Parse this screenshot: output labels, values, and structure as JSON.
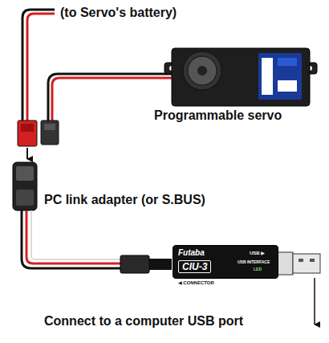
{
  "diagram": {
    "nodes": [
      {
        "text": [
          "Futaba",
          "CIU-3",
          "USB ▶",
          "USB INTERFACE",
          "LED",
          "◀ CONNECTOR"
        ]
      }
    ],
    "labels": [
      "(to Servo's battery)",
      "Programmable servo",
      "PC link adapter (or S.BUS)",
      "Connect to a computer USB port"
    ]
  }
}
